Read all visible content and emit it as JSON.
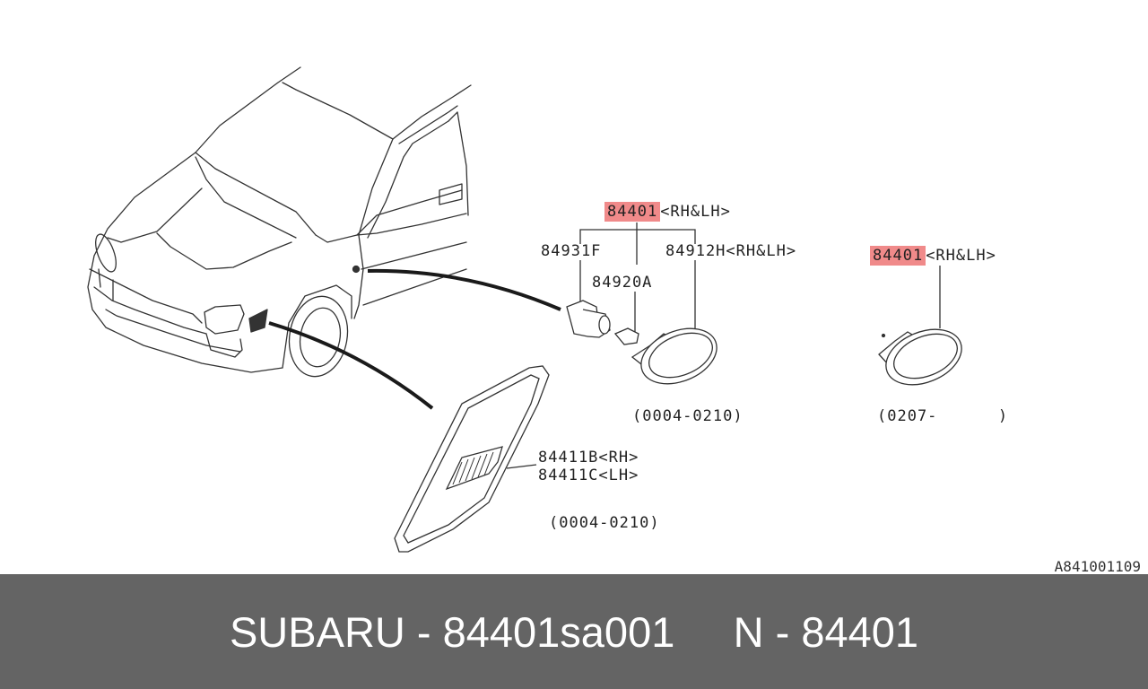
{
  "diagram": {
    "callouts": {
      "main_part": "84401",
      "main_side": "<RH&LH>",
      "socket": "84931F",
      "bulb": "84920A",
      "lens": "84912H<RH&LH>",
      "alt_part": "84401",
      "alt_side": "<RH&LH>",
      "cover_rh": "84411B<RH>",
      "cover_lh": "84411C<LH>"
    },
    "date_ranges": {
      "assembly": "(0004-0210)",
      "alt_assembly": "(0207-      )",
      "cover": "(0004-0210)"
    },
    "drawing_code": "A841001109",
    "highlight_color": "#f08a8a"
  },
  "footer": {
    "text": "SUBARU - 84401sa001     N - 84401",
    "background": "#646464"
  }
}
